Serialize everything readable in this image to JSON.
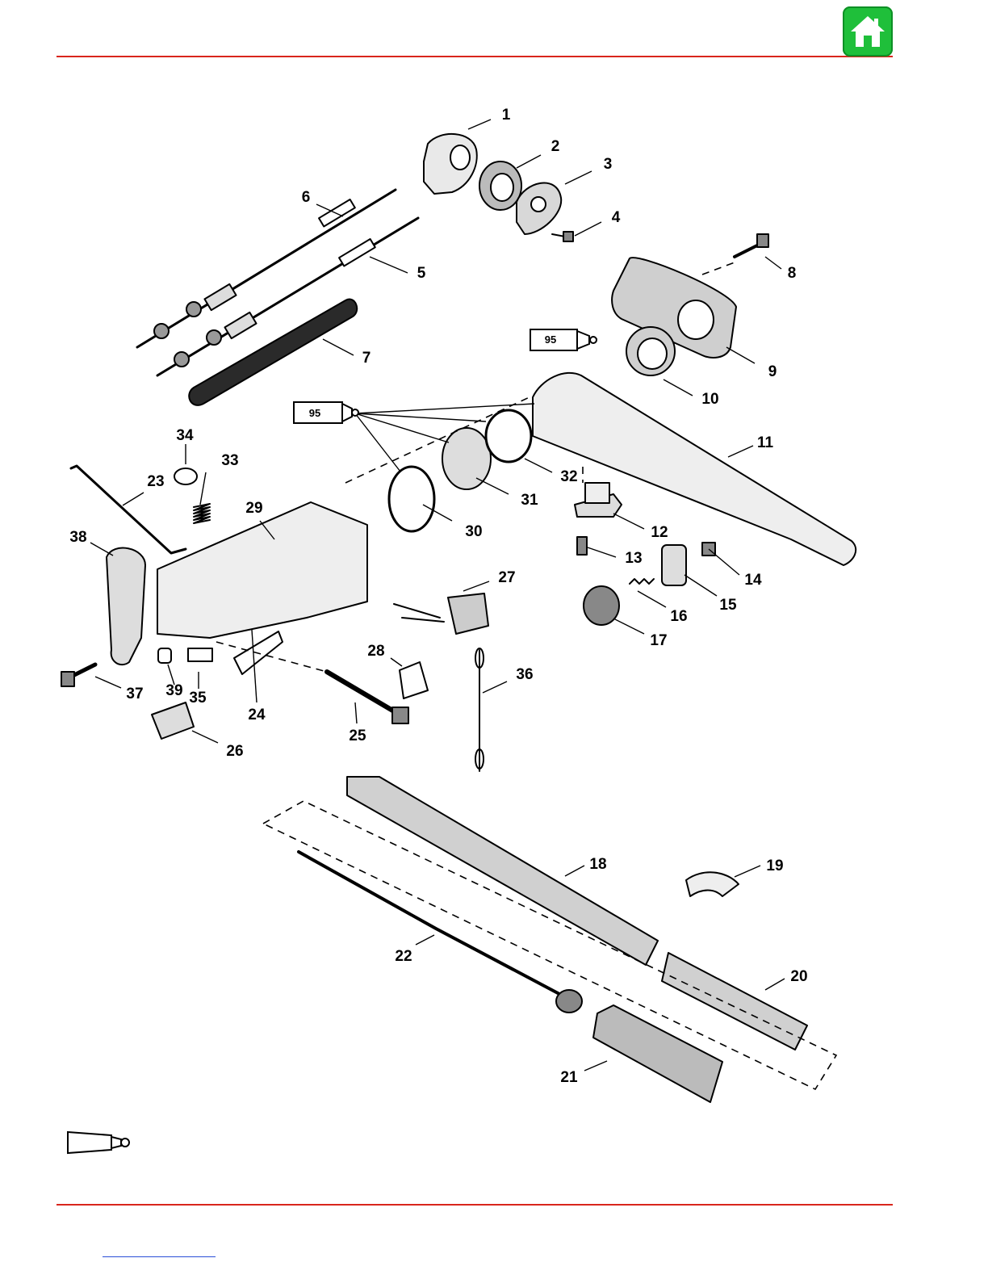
{
  "header": {
    "home_icon": "home-icon",
    "accent_color": "#d9261c",
    "home_color": "#1fbf3a"
  },
  "diagram": {
    "part_numbers": [
      "1",
      "2",
      "3",
      "4",
      "5",
      "6",
      "7",
      "8",
      "9",
      "10",
      "11",
      "12",
      "13",
      "14",
      "15",
      "16",
      "17",
      "18",
      "19",
      "20",
      "21",
      "22",
      "23",
      "24",
      "25",
      "26",
      "27",
      "28",
      "29",
      "30",
      "31",
      "32",
      "33",
      "34",
      "35",
      "36",
      "37",
      "38",
      "39"
    ],
    "lubricant_tubes": [
      {
        "label": "95"
      },
      {
        "label": "95"
      }
    ],
    "legend_tube_icon": "lubricant-tube-icon"
  }
}
